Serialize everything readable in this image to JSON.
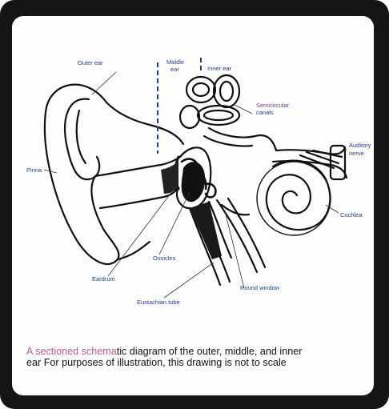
{
  "labels": {
    "outer_ear": "Outer ear",
    "middle_ear_1": "Middle",
    "middle_ear_2": "ear",
    "inner_ear": "Inner ear",
    "semicircular_1": "Semicircular",
    "semicircular_2": "canals",
    "auditory_1": "Auditory",
    "auditory_2": "nerve",
    "pinna": "Pinna",
    "cochlea": "Cochlea",
    "ossicles": "Ossicles",
    "eardrum": "Eardrum",
    "round_window": "Round window",
    "eustachian_tube": "Eustachian tube"
  },
  "caption": {
    "highlight": "A sectioned schema",
    "line1_rest": "tic diagram of the outer, middle, and inner",
    "line2": "ear  For purposes of illustration, this drawing is not to  scale"
  },
  "colors": {
    "frame": "#151515",
    "label_blue": "#1d3f8f",
    "label_purple": "#7a3a96",
    "caption_highlight": "#c25a95"
  }
}
